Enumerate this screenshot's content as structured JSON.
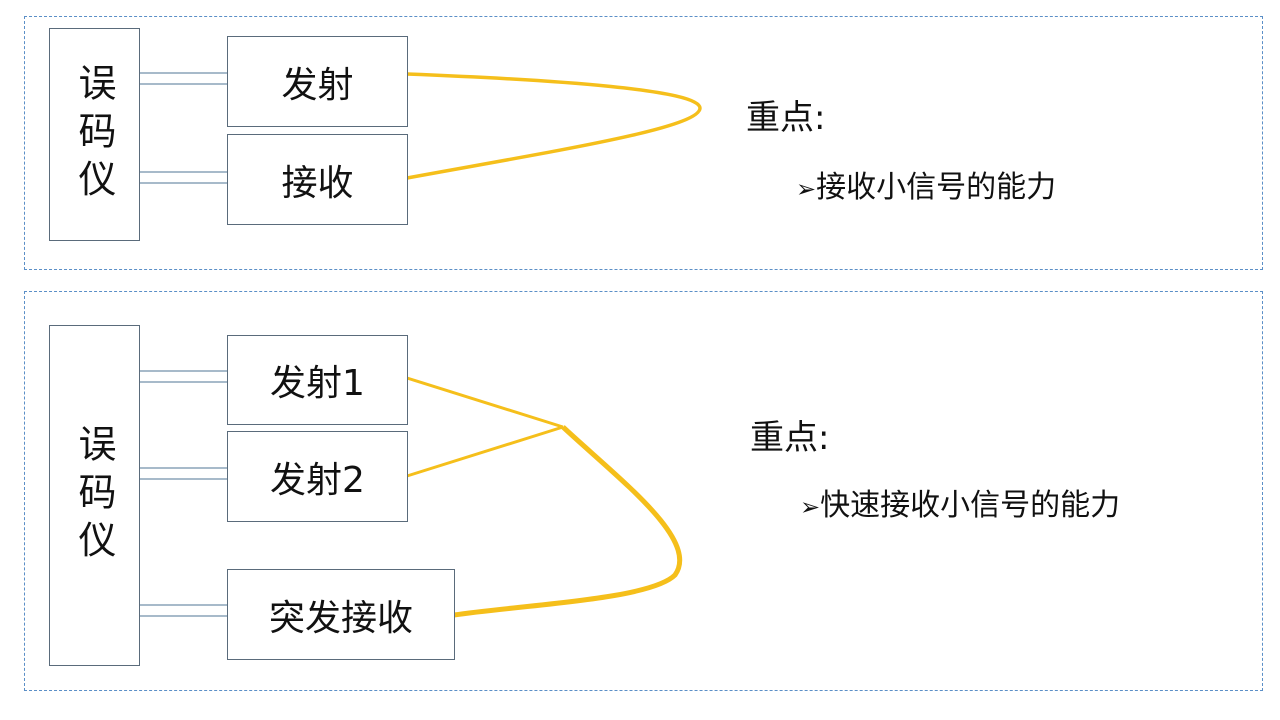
{
  "top": {
    "tester": "误码仪",
    "tx": "发射",
    "rx": "接收",
    "focus_title": "重点:",
    "bullet_marker": "➢",
    "focus_point": "接收小信号的能力"
  },
  "bottom": {
    "tester": "误码仪",
    "tx1": "发射1",
    "tx2": "发射2",
    "rx": "突发接收",
    "focus_title": "重点:",
    "bullet_marker": "➢",
    "focus_point": "快速接收小信号的能力"
  },
  "colors": {
    "fiber": "#f5bf1b",
    "panel_border": "#5b8fc7",
    "connector": "#8aa4b8"
  }
}
